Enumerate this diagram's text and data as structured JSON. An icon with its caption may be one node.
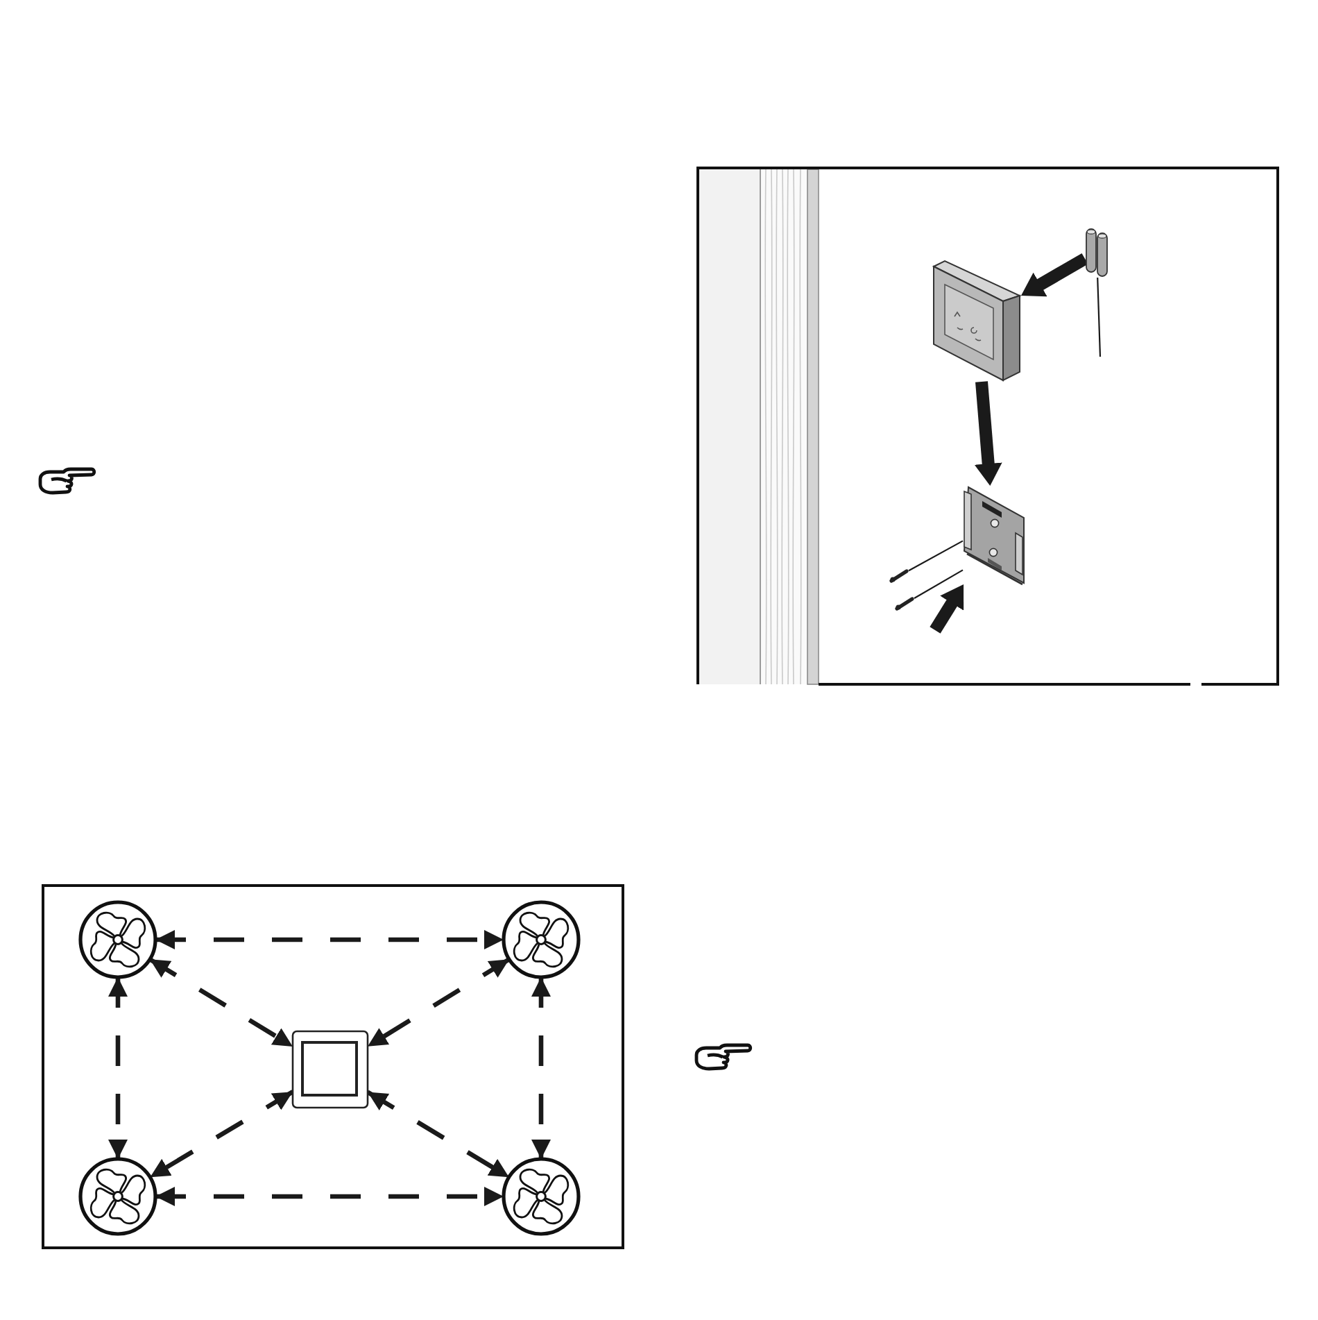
{
  "diagram": {
    "nodes": [
      {
        "text": [],
        "shape": "picture"
      },
      {
        "text": [],
        "shape": "picture"
      },
      {
        "text": [],
        "shape": "picture"
      },
      {
        "text": [],
        "shape": "picture"
      },
      {
        "text": [],
        "shape": "picture"
      },
      {
        "text": [],
        "shape": "picture"
      },
      {
        "text": [],
        "shape": "picture"
      },
      {
        "text": [],
        "shape": "box"
      },
      {
        "text": [],
        "shape": "picture"
      },
      {
        "text": [],
        "shape": "picture"
      }
    ],
    "edges": [
      {
        "from": 1,
        "to": 0,
        "arrow": "to",
        "style": "thick"
      },
      {
        "from": null,
        "to": 1,
        "arrow": "none"
      },
      {
        "from": 0,
        "to": 2,
        "arrow": "to",
        "style": "thick"
      },
      {
        "from": 3,
        "to": 2,
        "arrow": "none"
      },
      {
        "from": 4,
        "to": 2,
        "arrow": "none"
      },
      {
        "from": null,
        "to": 2,
        "arrow": "to",
        "style": "thick"
      },
      {
        "from": 5,
        "to": 6,
        "arrow": "both",
        "style": "dashed"
      },
      {
        "from": 5,
        "to": 7,
        "arrow": "both",
        "style": "dashed"
      },
      {
        "from": 6,
        "to": 7,
        "arrow": "both",
        "style": "dashed"
      },
      {
        "from": 5,
        "to": 8,
        "arrow": "both",
        "style": "dashed"
      },
      {
        "from": 6,
        "to": 9,
        "arrow": "both",
        "style": "dashed"
      },
      {
        "from": 7,
        "to": 8,
        "arrow": "both",
        "style": "dashed"
      },
      {
        "from": 7,
        "to": 9,
        "arrow": "both",
        "style": "dashed"
      },
      {
        "from": 8,
        "to": 9,
        "arrow": "both",
        "style": "dashed"
      }
    ]
  }
}
